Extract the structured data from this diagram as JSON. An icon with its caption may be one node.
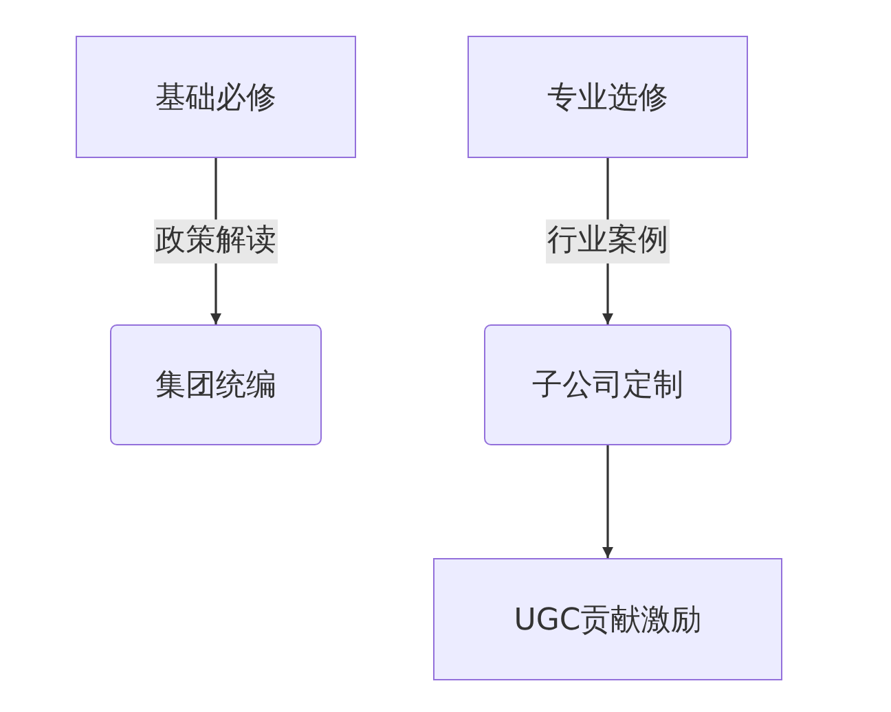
{
  "diagram": {
    "nodes": [
      {
        "text": [
          "基础必修"
        ]
      },
      {
        "text": [
          "专业选修"
        ]
      },
      {
        "text": [
          "集团统编"
        ]
      },
      {
        "text": [
          "子公司定制"
        ]
      },
      {
        "text": [
          "UGC贡献激励"
        ]
      }
    ],
    "edges": [
      {
        "from": 0,
        "to": 2,
        "arrow": "to",
        "label": "政策解读"
      },
      {
        "from": 1,
        "to": 3,
        "arrow": "to",
        "label": "行业案例"
      },
      {
        "from": 3,
        "to": 4,
        "arrow": "to"
      }
    ]
  }
}
